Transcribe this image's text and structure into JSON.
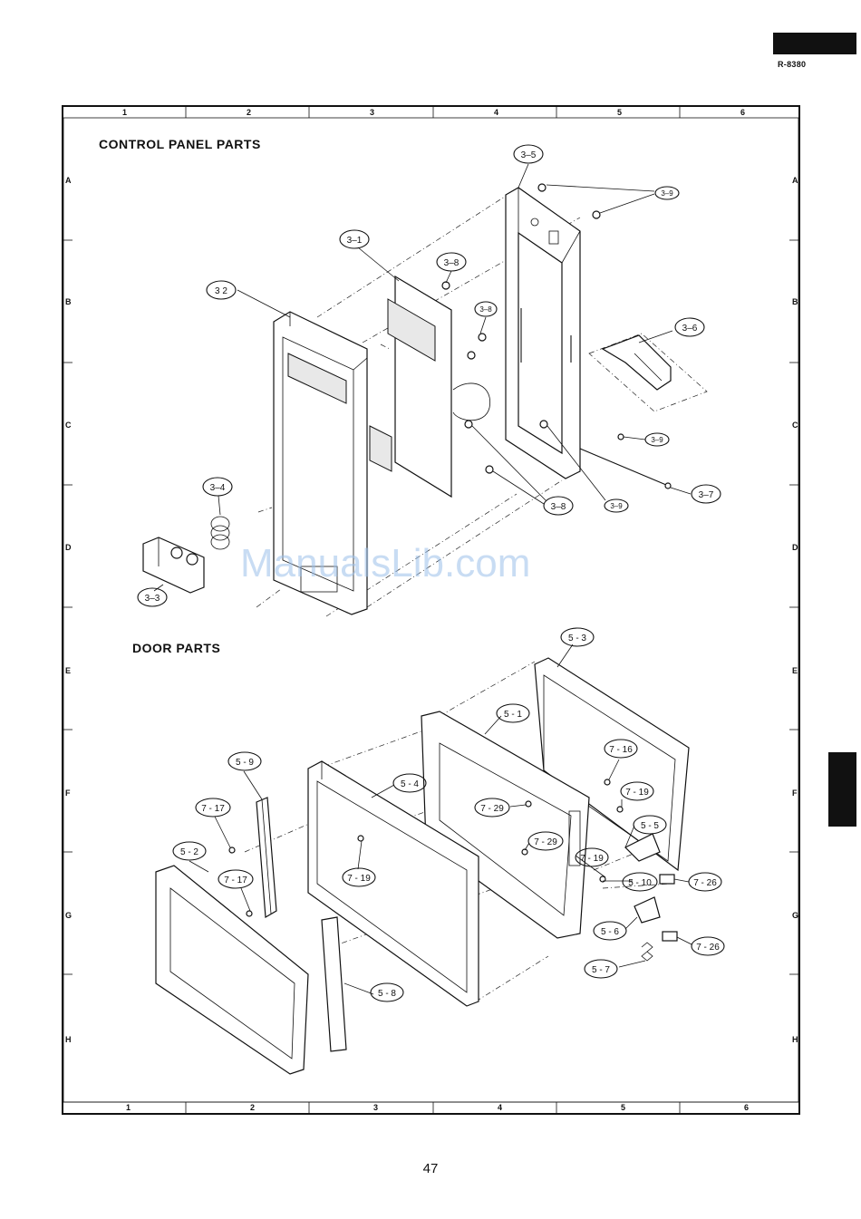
{
  "header": {
    "model": "R-8380"
  },
  "sections": {
    "control_panel": "CONTROL PANEL PARTS",
    "door": "DOOR PARTS"
  },
  "grid": {
    "columns": [
      "1",
      "2",
      "3",
      "4",
      "5",
      "6"
    ],
    "rows": [
      "A",
      "B",
      "C",
      "D",
      "E",
      "F",
      "G",
      "H"
    ]
  },
  "callouts": {
    "cp_3_5": "3–5",
    "cp_3_9a": "3–9",
    "cp_3_1": "3–1",
    "cp_3_8a": "3–8",
    "cp_3_2": "3  2",
    "cp_3_8b": "3–8",
    "cp_3_6": "3–6",
    "cp_3_9b": "3–9",
    "cp_3_7": "3–7",
    "cp_3_9c": "3–9",
    "cp_3_8c": "3–8",
    "cp_3_4": "3–4",
    "cp_3_3": "3–3",
    "d_5_3": "5 - 3",
    "d_5_1": "5 - 1",
    "d_7_16": "7 - 16",
    "d_5_9": "5 - 9",
    "d_5_4": "5 - 4",
    "d_7_19a": "7 - 19",
    "d_7_29a": "7 - 29",
    "d_7_17a": "7 - 17",
    "d_5_5": "5 - 5",
    "d_5_2": "5 - 2",
    "d_7_29b": "7 - 29",
    "d_7_19b": "7 - 19",
    "d_7_17b": "7 - 17",
    "d_7_19c": "7 - 19",
    "d_5_10": "5 - 10",
    "d_7_26a": "7 - 26",
    "d_5_6": "5 - 6",
    "d_7_26b": "7 - 26",
    "d_5_7": "5 - 7",
    "d_5_8": "5 - 8"
  },
  "watermark": "ManualsLib.com",
  "footer": {
    "page_number": "47"
  }
}
